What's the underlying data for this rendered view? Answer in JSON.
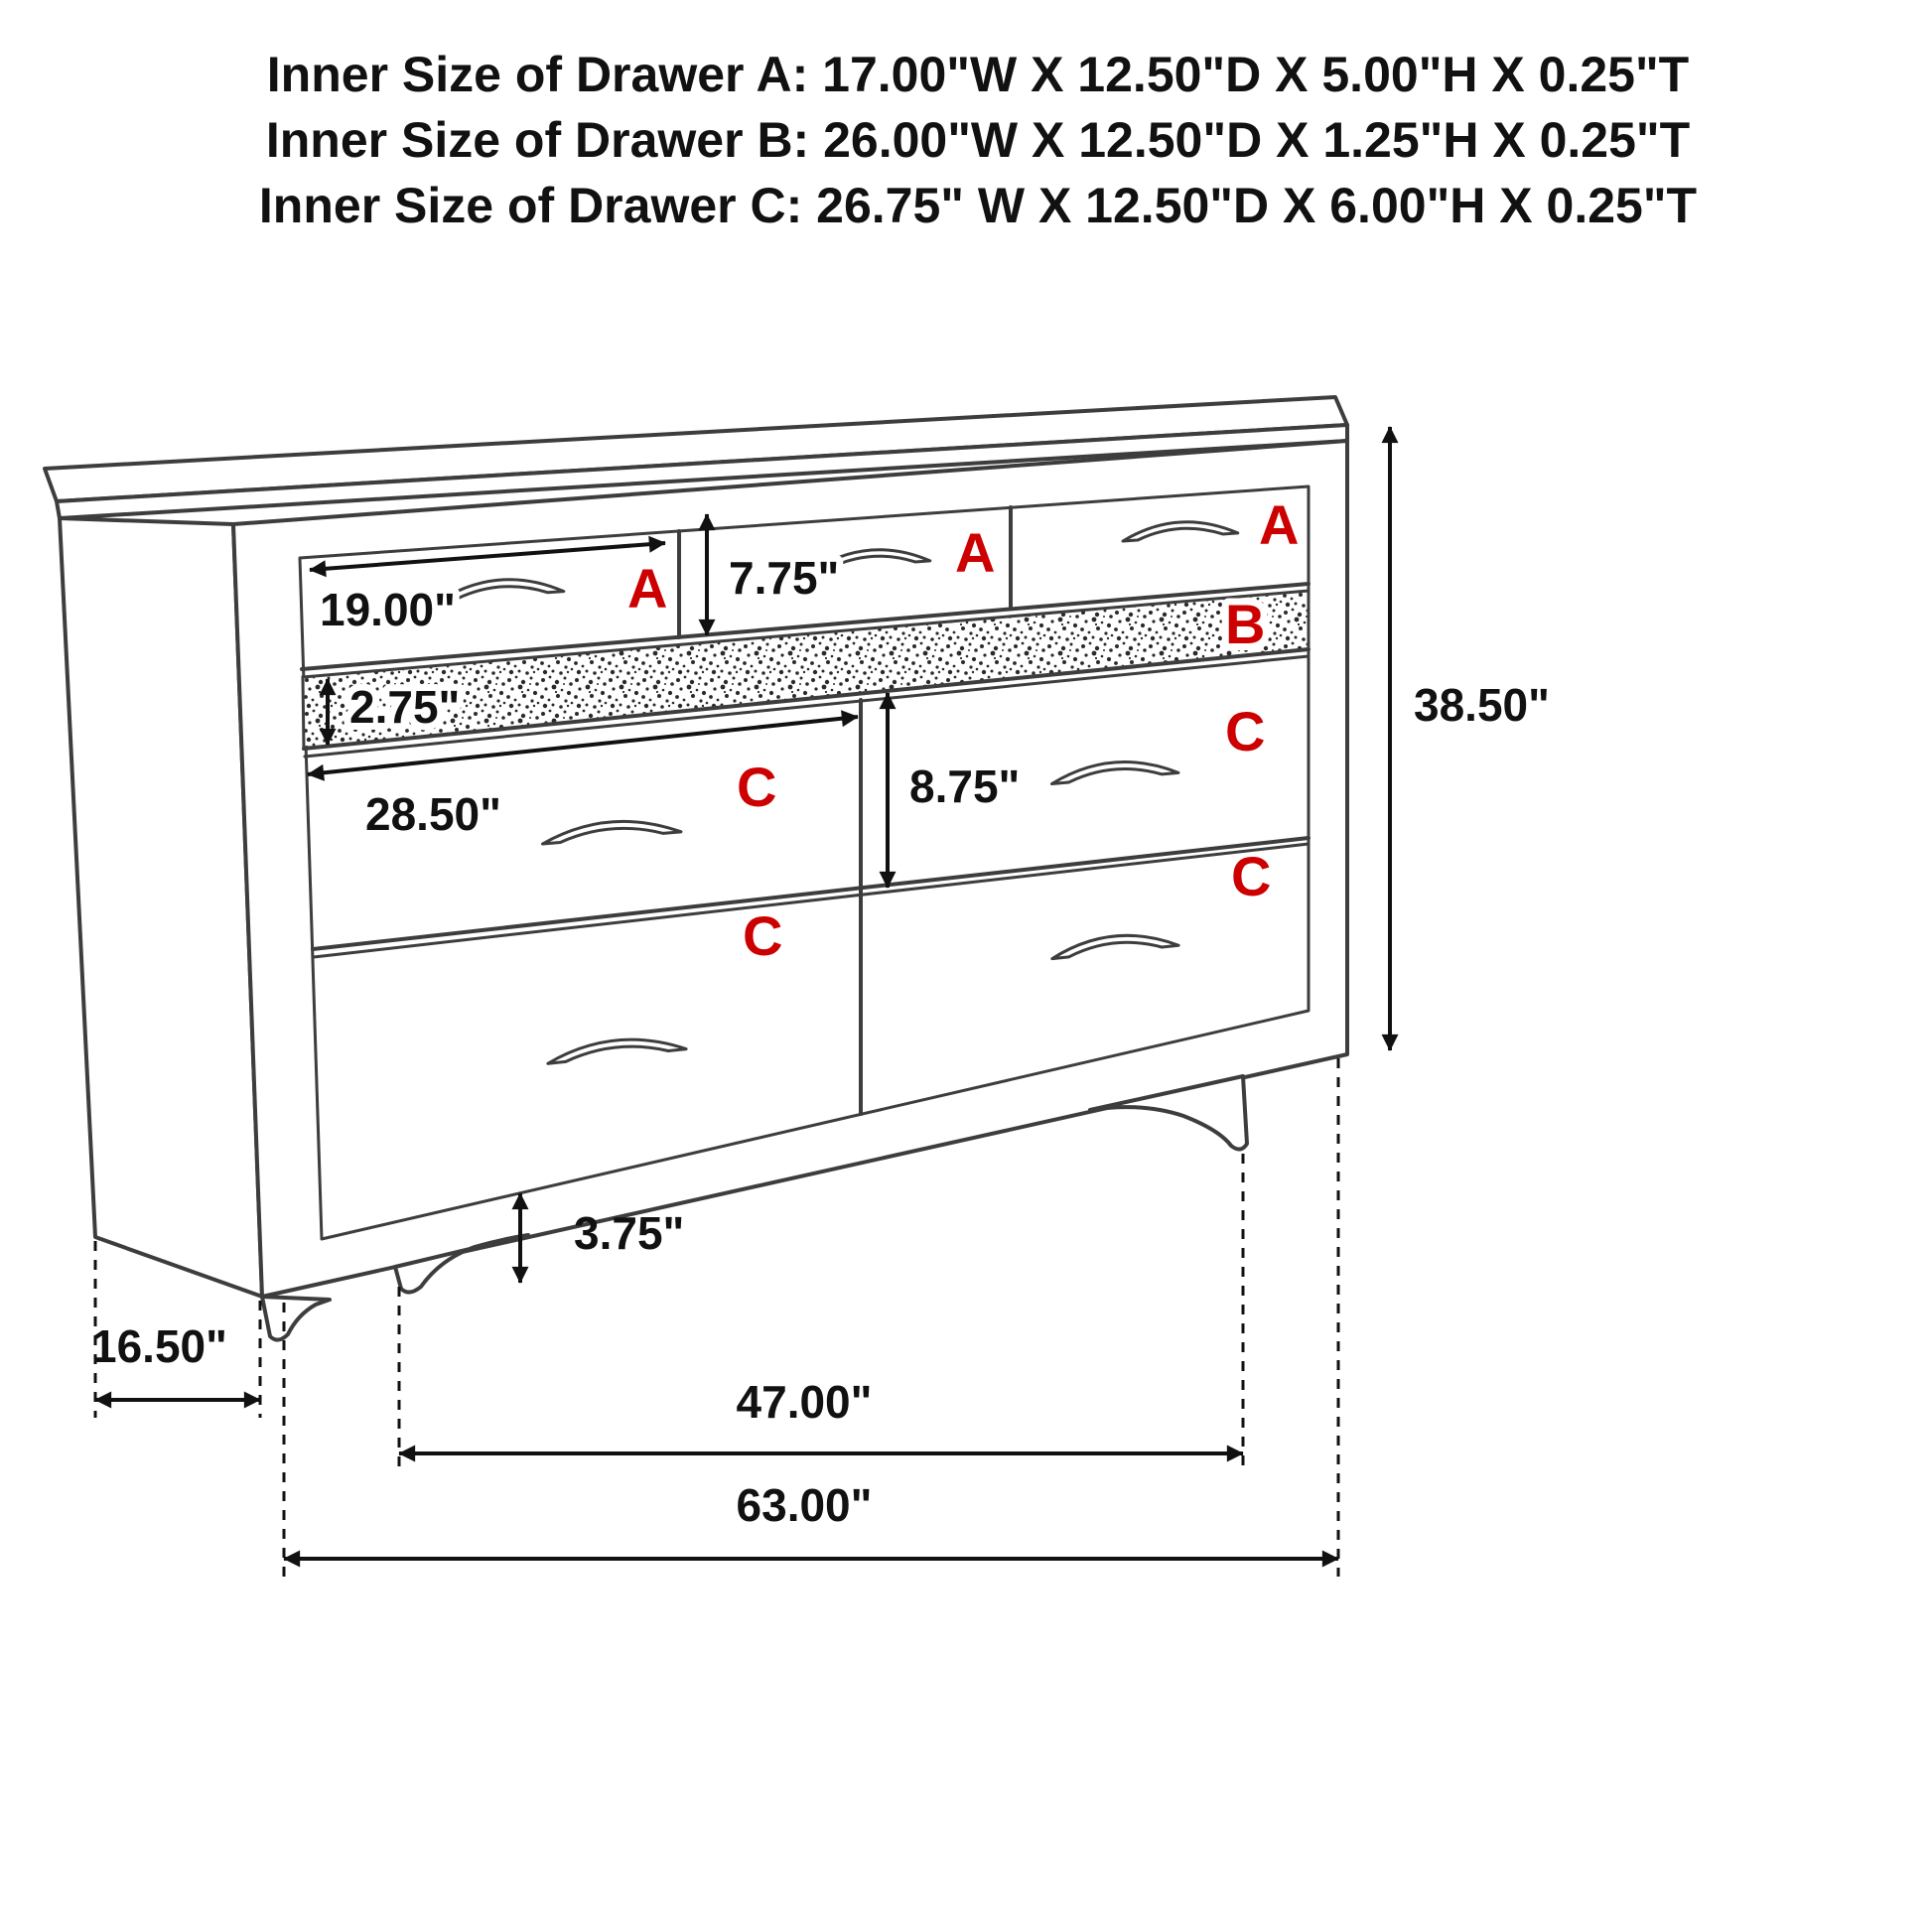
{
  "header": {
    "line_a": "Inner Size of Drawer A: 17.00\"W X 12.50\"D X 5.00\"H X 0.25\"T",
    "line_b": "Inner Size of Drawer B: 26.00\"W X 12.50\"D X 1.25\"H X 0.25\"T",
    "line_c": "Inner Size of Drawer C: 26.75\" W X 12.50\"D X 6.00\"H X 0.25\"T"
  },
  "drawer_labels": {
    "a_top_left": "A",
    "a_top_middle": "A",
    "a_top_right": "A",
    "b_strip": "B",
    "c_upper_left": "C",
    "c_upper_right": "C",
    "c_lower_left": "C",
    "c_lower_right": "C"
  },
  "dimensions": {
    "drawer_a_width": "19.00\"",
    "drawer_a_front_height": "7.75\"",
    "strip_b_height": "2.75\"",
    "drawer_c_width": "28.50\"",
    "drawer_c_front_height": "8.75\"",
    "overall_height": "38.50\"",
    "foot_height": "3.75\"",
    "overall_depth": "16.50\"",
    "foot_span_width": "47.00\"",
    "overall_width": "63.00\""
  },
  "colors": {
    "drawer_label_red": "#cc0000",
    "dimension_text": "#111111",
    "line_art": "#3d3d3d",
    "background": "#ffffff"
  }
}
